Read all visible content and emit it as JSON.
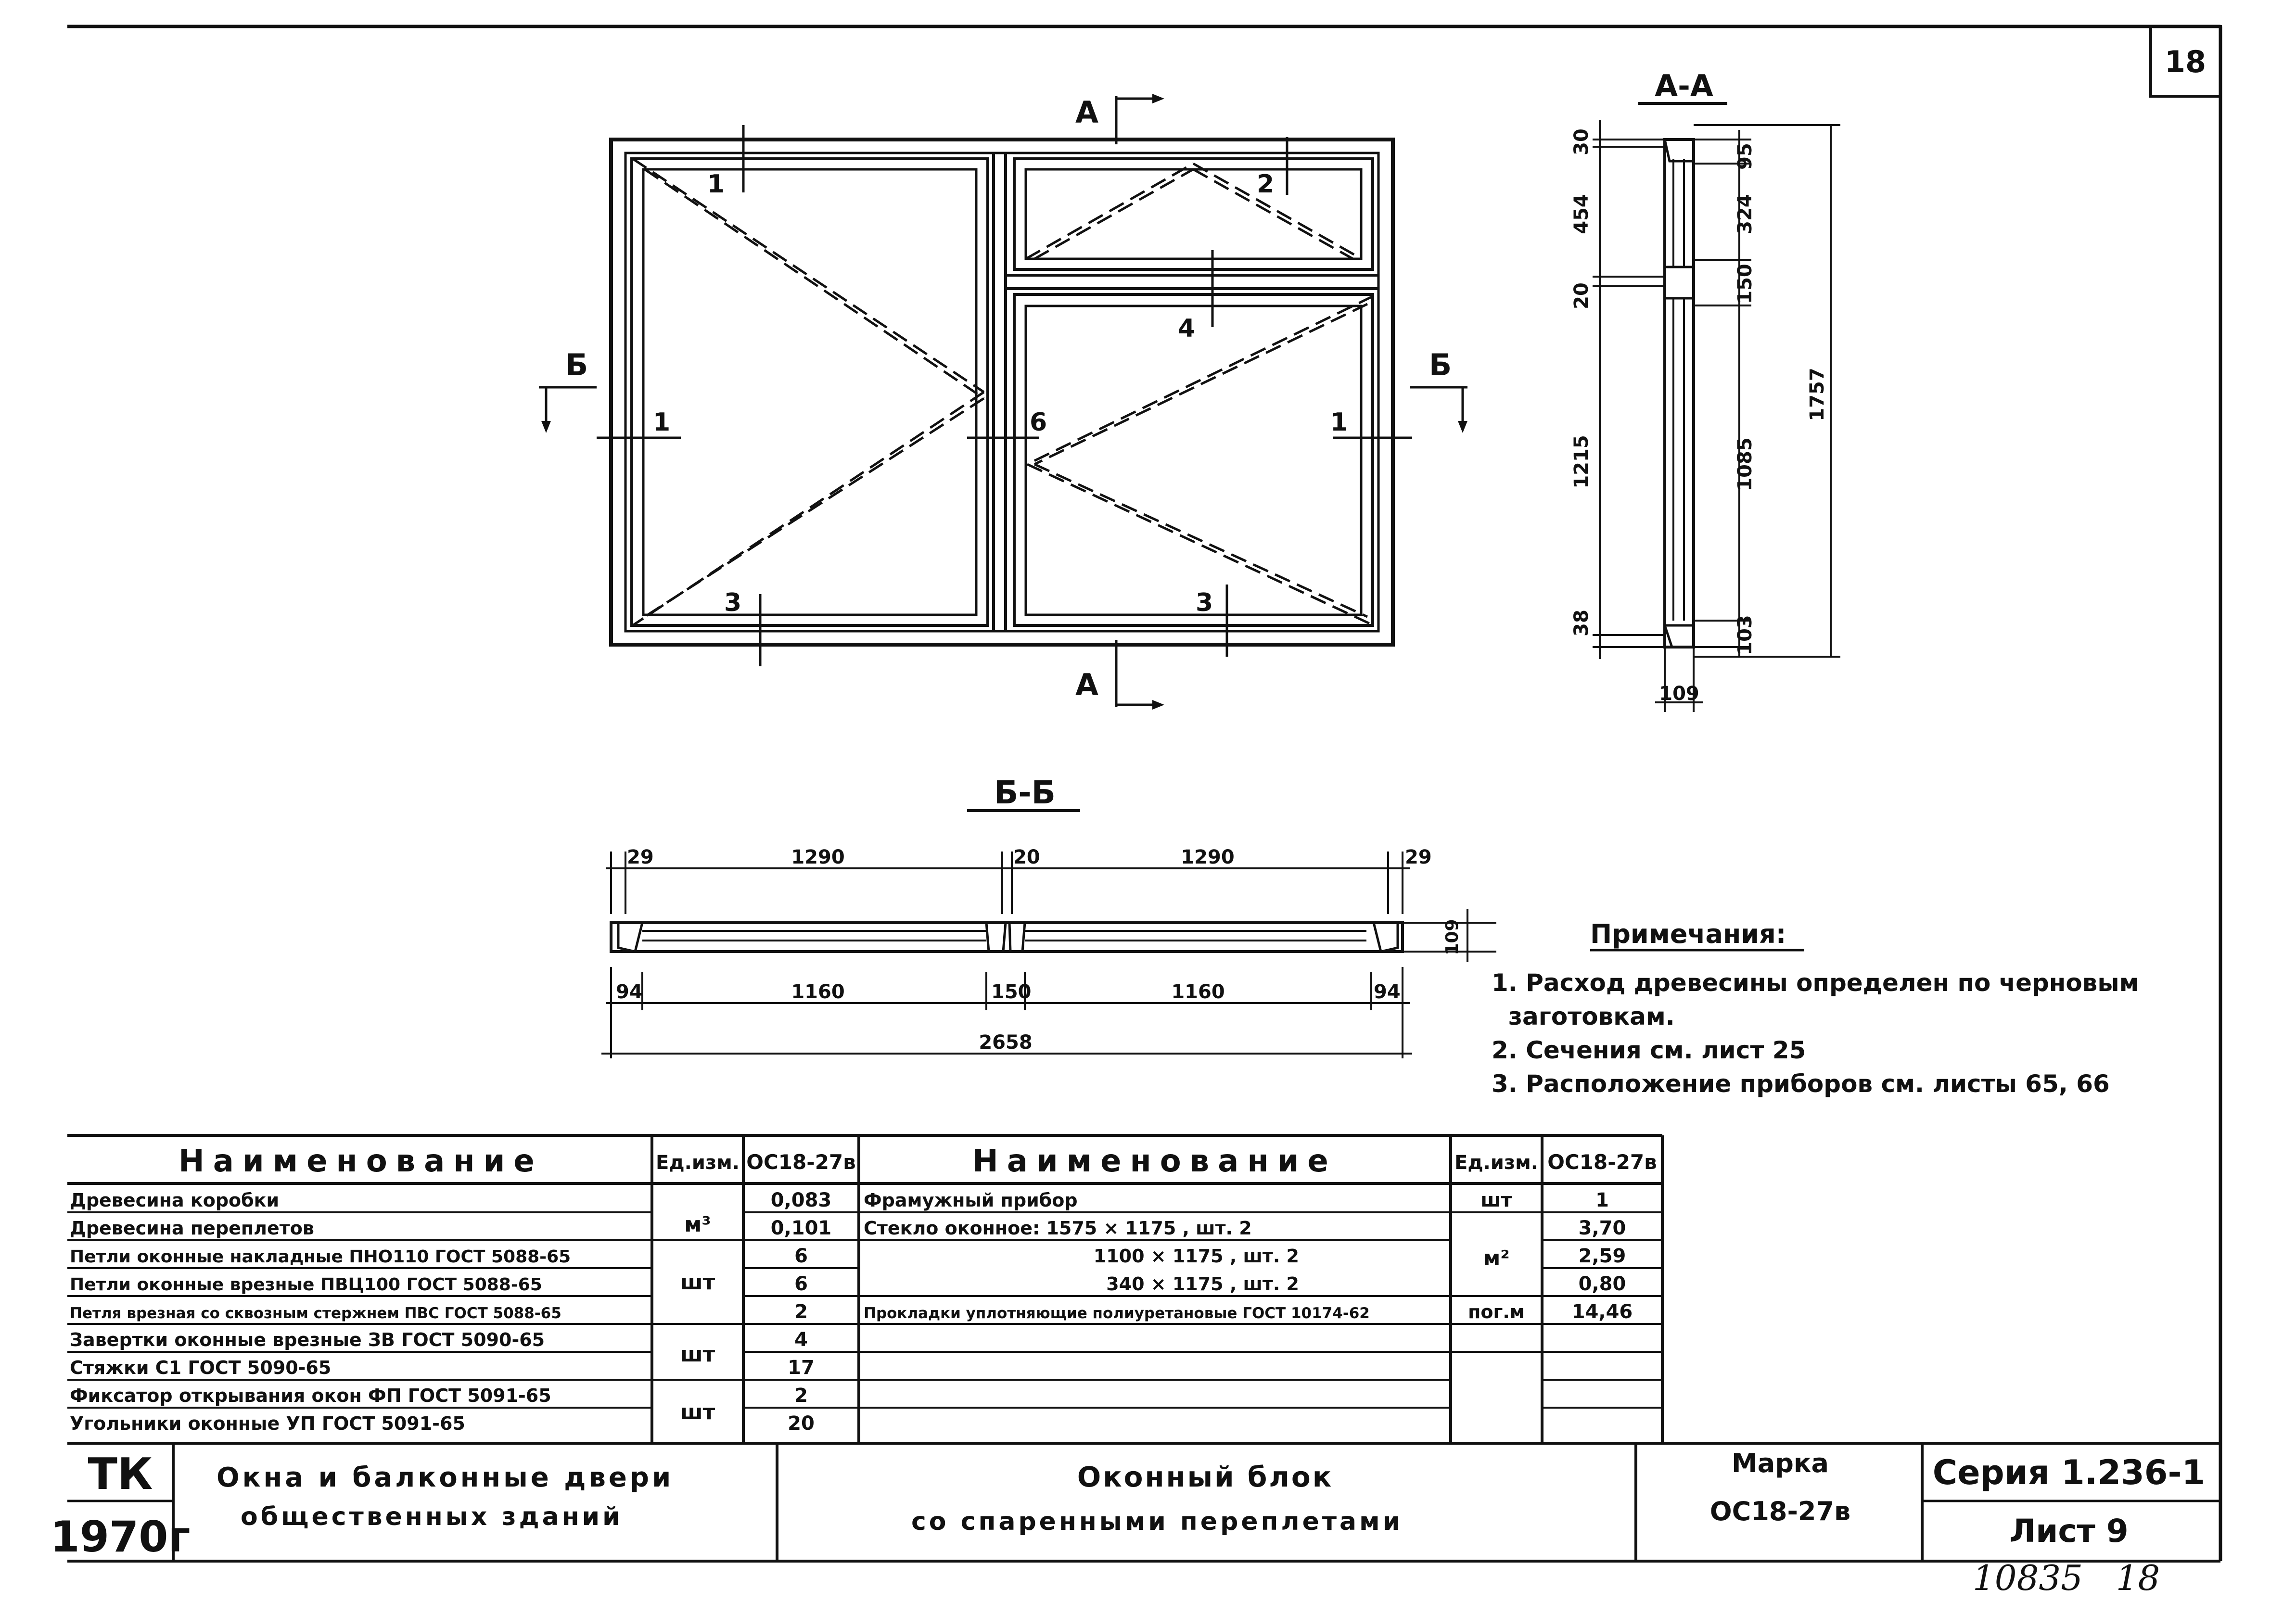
{
  "sheet_corner_number": "18",
  "elevation": {
    "section_aa": "А",
    "section_bb": "Б",
    "markers": [
      "1",
      "2",
      "1",
      "6",
      "1",
      "4",
      "3",
      "3"
    ]
  },
  "section_aa_view": {
    "title": "А-А",
    "left_dims": [
      "30",
      "454",
      "20",
      "1215",
      "38"
    ],
    "right_dims": [
      "95",
      "324",
      "150",
      "1085",
      "103"
    ],
    "total": "1757",
    "bottom_dim": "109"
  },
  "section_bb_view": {
    "title": "Б-Б",
    "top_dims": [
      "29",
      "1290",
      "20",
      "1290",
      "29"
    ],
    "height_dim": "109",
    "bottom_dims": [
      "94",
      "1160",
      "150",
      "1160",
      "94"
    ],
    "overall": "2658"
  },
  "notes": {
    "title": "Примечания:",
    "items": [
      "1. Расход древесины определен по черновым",
      "заготовкам.",
      "2. Сечения см. лист 25",
      "3. Расположение приборов см. листы 65, 66"
    ]
  },
  "spec_table": {
    "left_headers": [
      "Наименование",
      "Ед.изм.",
      "ОС18-27в"
    ],
    "left_rows": [
      {
        "name": "Древесина коробки",
        "unit": "м³",
        "value": "0,083"
      },
      {
        "name": "Древесина переплетов",
        "unit": "",
        "value": "0,101"
      },
      {
        "name": "Петли оконные накладные ПНО110 ГОСТ 5088-65",
        "unit": "шт",
        "value": "6"
      },
      {
        "name": "Петли оконные врезные ПВЦ100 ГОСТ 5088-65",
        "unit": "",
        "value": "6"
      },
      {
        "name": "Петля врезная со сквозным стержнем ПВС ГОСТ 5088-65",
        "unit": "",
        "value": "2"
      },
      {
        "name": "Завертки оконные врезные ЗВ ГОСТ 5090-65",
        "unit": "шт",
        "value": "4"
      },
      {
        "name": "Стяжки С1 ГОСТ 5090-65",
        "unit": "",
        "value": "17"
      },
      {
        "name": "Фиксатор открывания окон ФП ГОСТ 5091-65",
        "unit": "шт",
        "value": "2"
      },
      {
        "name": "Угольники оконные УП ГОСТ 5091-65",
        "unit": "",
        "value": "20"
      }
    ],
    "right_headers": [
      "Наименование",
      "Ед.изм.",
      "ОС18-27в"
    ],
    "right_rows": [
      {
        "name": "Фрамужный прибор",
        "unit": "шт",
        "value": "1"
      },
      {
        "name": "Стекло оконное: 1575 × 1175 , шт. 2",
        "unit": "",
        "value": "3,70"
      },
      {
        "name": "1100 × 1175 , шт. 2",
        "unit": "м²",
        "value": "2,59"
      },
      {
        "name": "340 × 1175 , шт. 2",
        "unit": "",
        "value": "0,80"
      },
      {
        "name": "Прокладки уплотняющие полиуретановые ГОСТ 10174-62",
        "unit": "пог.м",
        "value": "14,46"
      }
    ]
  },
  "title_block": {
    "org": "ТК",
    "year": "1970г",
    "project": [
      "Окна и балконные двери",
      "общественных зданий"
    ],
    "sheet_title": [
      "Оконный блок",
      "со спаренными переплетами"
    ],
    "marka_label": "Марка",
    "marka_value": "ОС18-27в",
    "series": "Серия 1.236-1",
    "sheet": "Лист 9"
  },
  "handwritten": "10835   18"
}
